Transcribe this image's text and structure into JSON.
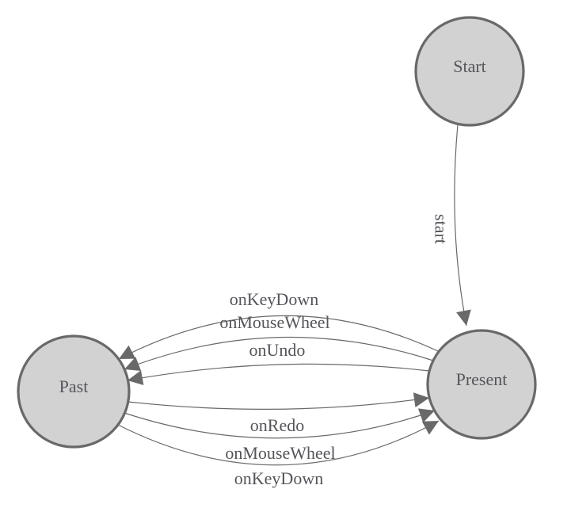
{
  "diagram": {
    "kind": "state-machine-diagram",
    "background_color": "#ffffff",
    "colors": {
      "node_fill": "#d2d2d2",
      "node_border": "#696969",
      "edge_stroke": "#696969",
      "arrow_fill": "#696969",
      "label_text": "#54555a"
    },
    "nodes": [
      {
        "id": "start",
        "label": "Start"
      },
      {
        "id": "present",
        "label": "Present"
      },
      {
        "id": "past",
        "label": "Past"
      }
    ],
    "edges": [
      {
        "from": "start",
        "to": "present",
        "label": "start"
      },
      {
        "from": "present",
        "to": "past",
        "label": "onKeyDown"
      },
      {
        "from": "present",
        "to": "past",
        "label": "onMouseWheel"
      },
      {
        "from": "present",
        "to": "past",
        "label": "onUndo"
      },
      {
        "from": "past",
        "to": "present",
        "label": "onRedo"
      },
      {
        "from": "past",
        "to": "present",
        "label": "onMouseWheel"
      },
      {
        "from": "past",
        "to": "present",
        "label": "onKeyDown"
      }
    ]
  }
}
